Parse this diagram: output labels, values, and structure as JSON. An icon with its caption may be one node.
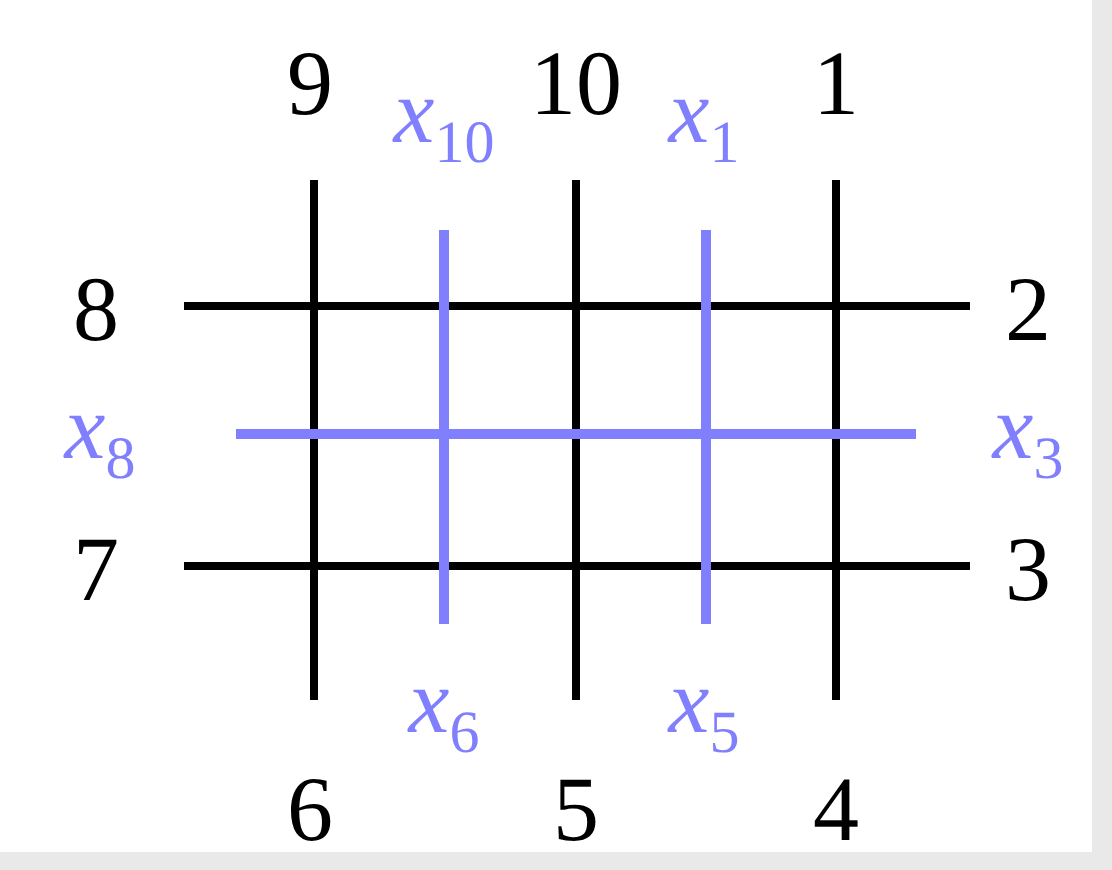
{
  "diagram": {
    "labels": [
      "9",
      "*x*$_{10}$",
      "10",
      "*x*$_{1}$",
      "1",
      "8",
      "2",
      "*x*$_{8}$",
      "*x*$_{3}$",
      "7",
      "3",
      "*x*$_{6}$",
      "*x*$_{5}$",
      "6",
      "5",
      "4"
    ]
  }
}
